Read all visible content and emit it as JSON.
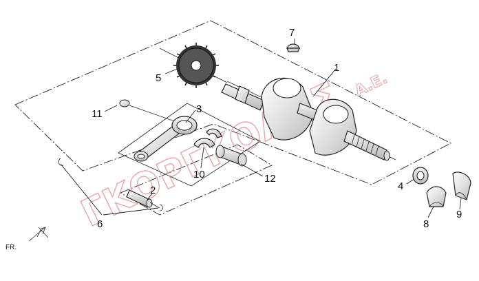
{
  "callouts": [
    {
      "id": "1",
      "text": "1"
    },
    {
      "id": "2",
      "text": "2"
    },
    {
      "id": "3",
      "text": "3"
    },
    {
      "id": "4",
      "text": "4"
    },
    {
      "id": "5",
      "text": "5"
    },
    {
      "id": "6",
      "text": "6"
    },
    {
      "id": "7",
      "text": "7"
    },
    {
      "id": "8",
      "text": "8"
    },
    {
      "id": "9",
      "text": "9"
    },
    {
      "id": "10",
      "text": "10"
    },
    {
      "id": "11",
      "text": "11"
    },
    {
      "id": "12",
      "text": "12"
    }
  ],
  "direction_label": "FR.",
  "watermark": {
    "main": "ΓΚΟΡΓΚΟΛΗΣ",
    "suffix": "A.E."
  },
  "colors": {
    "line": "#222222",
    "part_fill": "#e6e6e6",
    "watermark": "#e8a6a6"
  }
}
